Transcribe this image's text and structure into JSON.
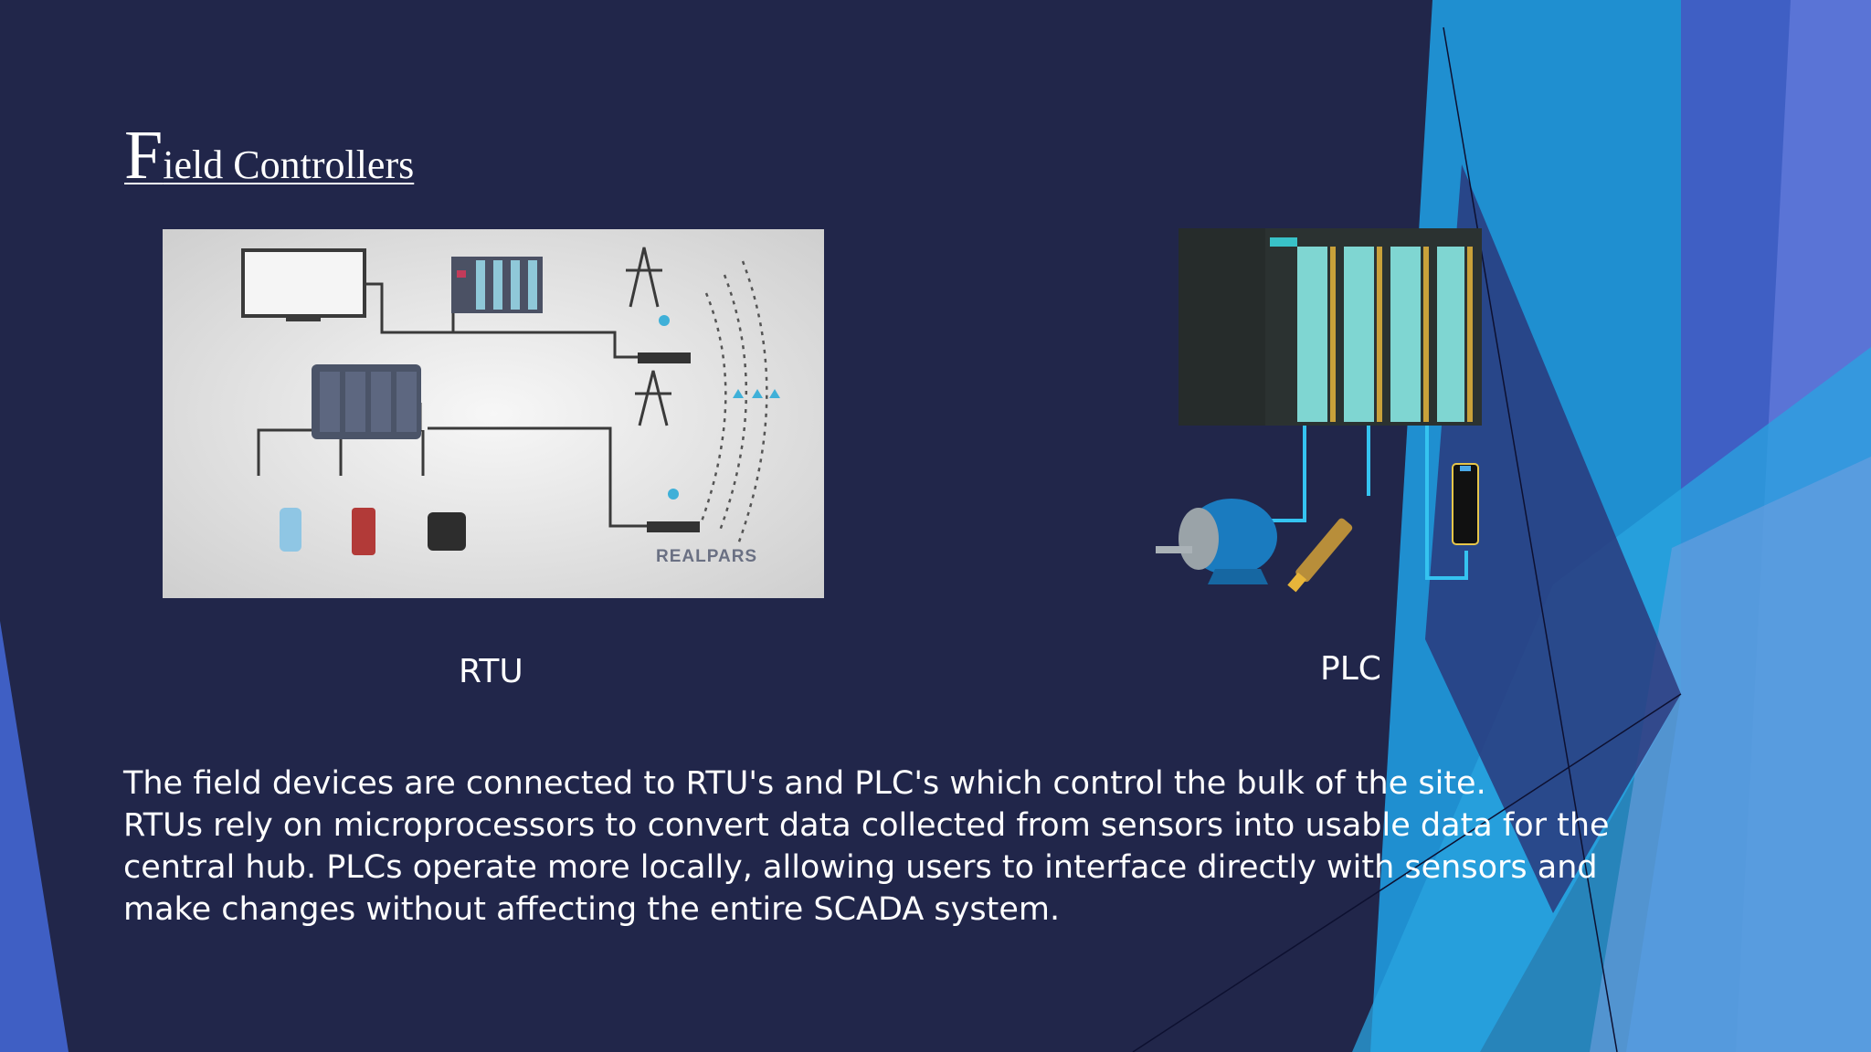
{
  "slide": {
    "title_initial": "F",
    "title_rest": "ield Controllers",
    "rtu_caption": "RTU",
    "plc_caption": "PLC",
    "rtu_image_brand": "REALPARS",
    "body_lines": [
      "The field devices are connected to RTU's and PLC's which control the bulk of the site.",
      "RTUs rely on microprocessors to convert data collected from sensors into usable data for the",
      "central hub. PLCs operate more locally, allowing users to interface directly with sensors and",
      "make changes without affecting the entire SCADA system."
    ]
  },
  "colors": {
    "background": "#21264a",
    "accent_blue": "#1f8fd0",
    "accent_periwinkle": "#5a70d2",
    "wire_cyan": "#35c3f0"
  }
}
